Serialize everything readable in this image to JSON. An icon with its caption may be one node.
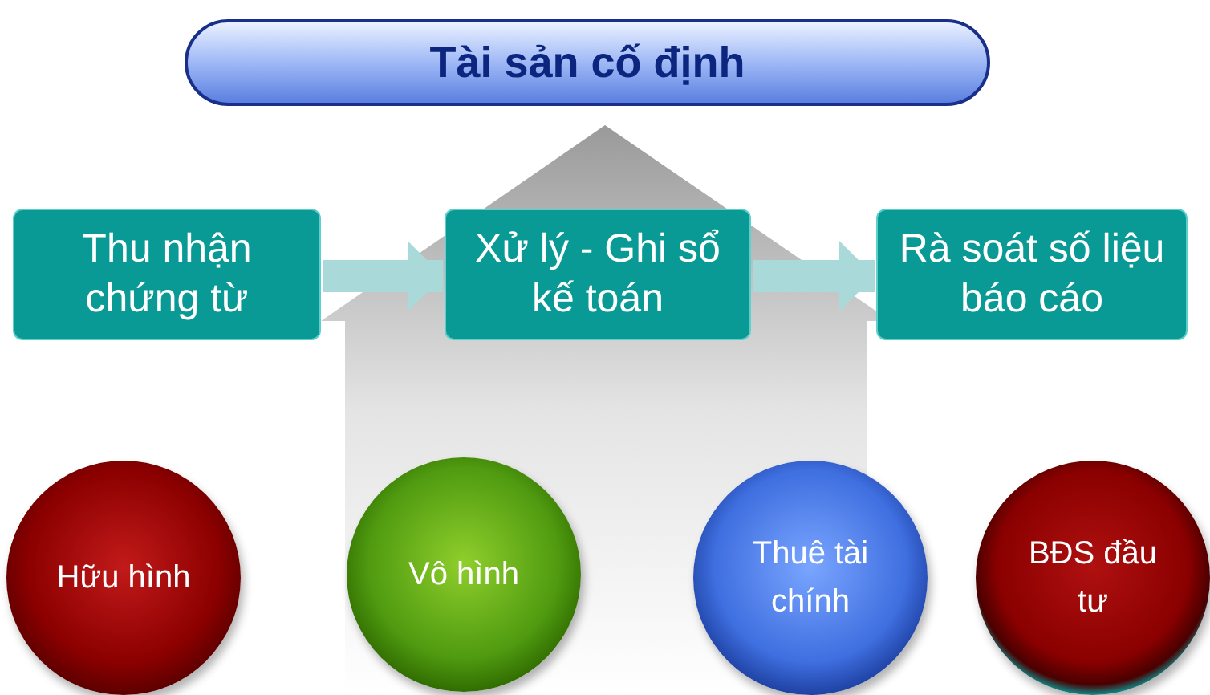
{
  "diagram": {
    "title": "Tài sản cố định",
    "nodes": [
      {
        "text": [
          "Thu nhận chứng từ"
        ]
      },
      {
        "text": [
          "Xử lý - Ghi sổ kế toán"
        ]
      },
      {
        "text": [
          "Rà soát số liệu báo cáo"
        ]
      },
      {
        "text": [
          "Hữu hình"
        ]
      },
      {
        "text": [
          "Vô hình"
        ]
      },
      {
        "text": [
          "Thuê tài chính"
        ]
      },
      {
        "text": [
          "BĐS đầu tư"
        ]
      }
    ],
    "edges": [
      {
        "from": 0,
        "to": 1,
        "arrow": "to"
      },
      {
        "from": 1,
        "to": 2,
        "arrow": "to"
      }
    ]
  }
}
